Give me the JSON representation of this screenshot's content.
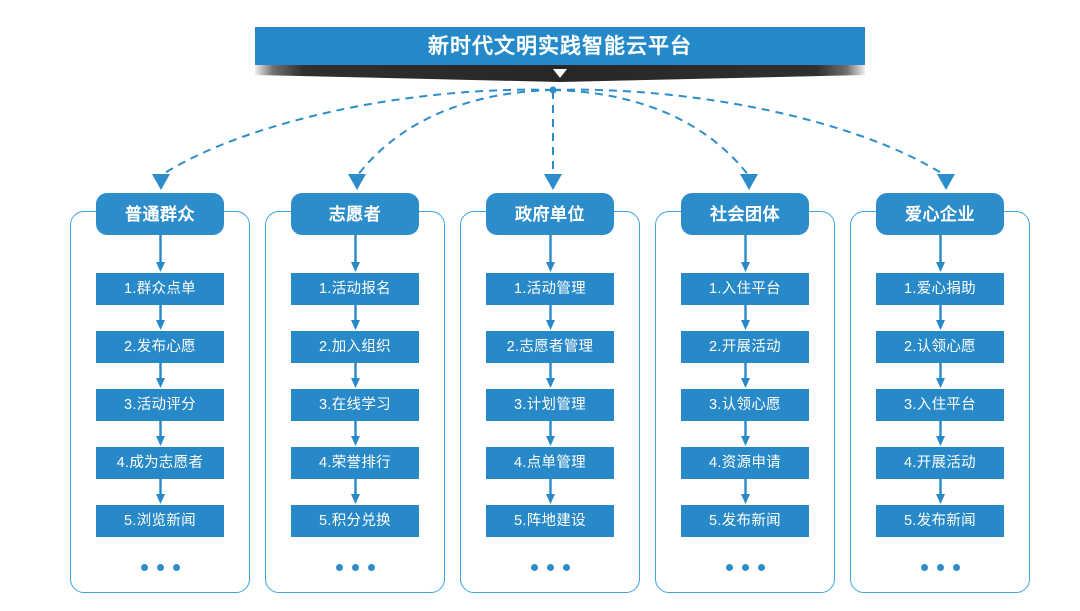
{
  "header": {
    "title": "新时代文明实践智能云平台",
    "banner_color": "#2489c9",
    "tail_color": "#2b2b2b",
    "chevron": "▼"
  },
  "theme": {
    "accent_blue": "#2889c8",
    "header_blue": "#2d8dca",
    "panel_border": "#3ca5dd",
    "connector": "#2d8dca",
    "text_on_blue": "#ffffff"
  },
  "ellipsis_label": "...",
  "columns": [
    {
      "title": "普通群众",
      "items": [
        "1.群众点单",
        "2.发布心愿",
        "3.活动评分",
        "4.成为志愿者",
        "5.浏览新闻"
      ]
    },
    {
      "title": "志愿者",
      "items": [
        "1.活动报名",
        "2.加入组织",
        "3.在线学习",
        "4.荣誉排行",
        "5.积分兑换"
      ]
    },
    {
      "title": "政府单位",
      "items": [
        "1.活动管理",
        "2.志愿者管理",
        "3.计划管理",
        "4.点单管理",
        "5.阵地建设"
      ]
    },
    {
      "title": "社会团体",
      "items": [
        "1.入住平台",
        "2.开展活动",
        "3.认领心愿",
        "4.资源申请",
        "5.发布新闻"
      ]
    },
    {
      "title": "爱心企业",
      "items": [
        "1.爱心捐助",
        "2.认领心愿",
        "3.入住平台",
        "4.开展活动",
        "5.发布新闻"
      ]
    }
  ]
}
